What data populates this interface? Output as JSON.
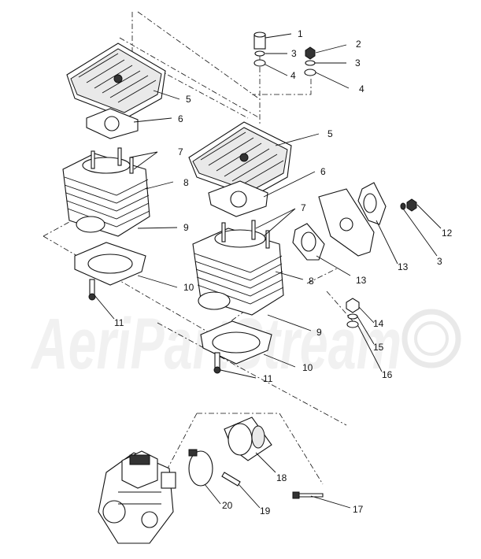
{
  "watermark": {
    "text": "AeriPartStream"
  },
  "callouts": [
    {
      "id": "c1",
      "label": "1"
    },
    {
      "id": "c2",
      "label": "2"
    },
    {
      "id": "c3a",
      "label": "3"
    },
    {
      "id": "c3b",
      "label": "3"
    },
    {
      "id": "c3c",
      "label": "3"
    },
    {
      "id": "c4a",
      "label": "4"
    },
    {
      "id": "c4b",
      "label": "4"
    },
    {
      "id": "c5a",
      "label": "5"
    },
    {
      "id": "c5b",
      "label": "5"
    },
    {
      "id": "c6a",
      "label": "6"
    },
    {
      "id": "c6b",
      "label": "6"
    },
    {
      "id": "c7a",
      "label": "7"
    },
    {
      "id": "c7b",
      "label": "7"
    },
    {
      "id": "c8a",
      "label": "8"
    },
    {
      "id": "c8b",
      "label": "8"
    },
    {
      "id": "c9a",
      "label": "9"
    },
    {
      "id": "c9b",
      "label": "9"
    },
    {
      "id": "c10a",
      "label": "10"
    },
    {
      "id": "c10b",
      "label": "10"
    },
    {
      "id": "c11a",
      "label": "11"
    },
    {
      "id": "c11b",
      "label": "11"
    },
    {
      "id": "c12",
      "label": "12"
    },
    {
      "id": "c13a",
      "label": "13"
    },
    {
      "id": "c13b",
      "label": "13"
    },
    {
      "id": "c14",
      "label": "14"
    },
    {
      "id": "c15",
      "label": "15"
    },
    {
      "id": "c16",
      "label": "16"
    },
    {
      "id": "c17",
      "label": "17"
    },
    {
      "id": "c18",
      "label": "18"
    },
    {
      "id": "c19",
      "label": "19"
    },
    {
      "id": "c20",
      "label": "20"
    }
  ]
}
